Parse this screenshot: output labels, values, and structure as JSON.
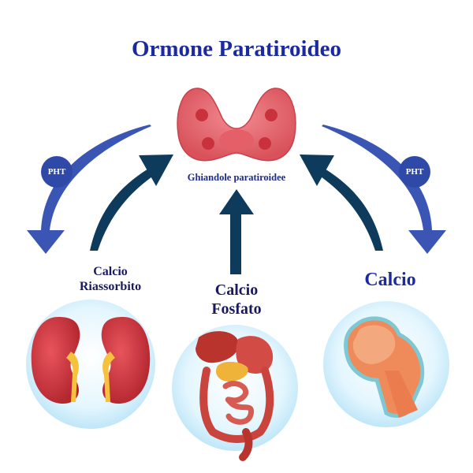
{
  "title": "Ormone Paratiroideo",
  "gland": {
    "label": "Ghiandole paratiroidee"
  },
  "pht": {
    "left": "PHT",
    "right": "PHT"
  },
  "organs": {
    "kidneys": {
      "label_line1": "Calcio",
      "label_line2": "Riassorbito"
    },
    "intestine": {
      "label_line1": "Calcio",
      "label_line2": "Fosfato"
    },
    "bone": {
      "label": "Calcio"
    }
  },
  "colors": {
    "title": "#1b2aa0",
    "pht_arrow": "#3b55b5",
    "feedback_arrow": "#0e3b5c",
    "thyroid": "#e9686f",
    "circle_bg": "#cfeefc"
  }
}
